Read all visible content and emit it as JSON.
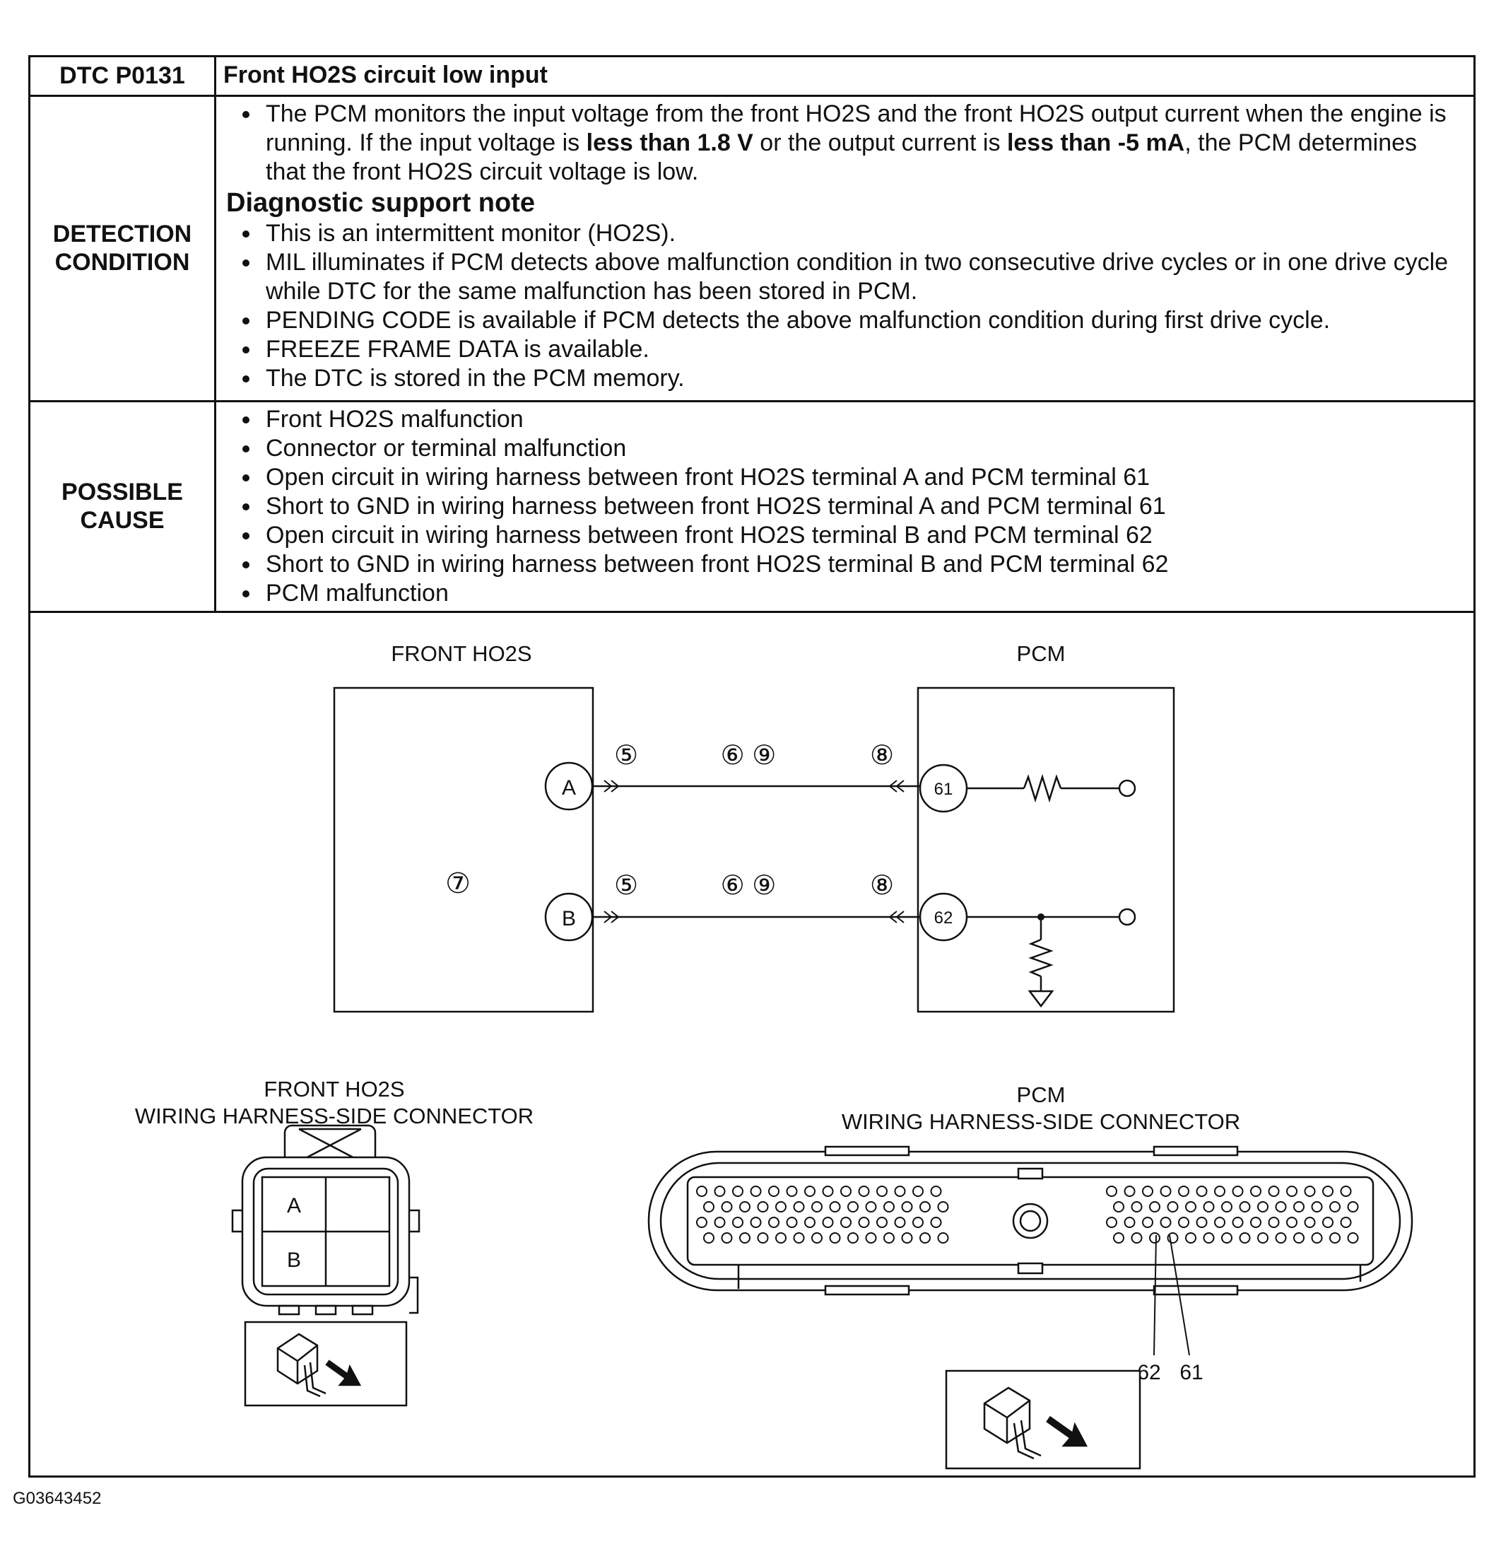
{
  "header": {
    "code": "DTC P0131",
    "title": "Front HO2S circuit low input"
  },
  "detection": {
    "label_line1": "DETECTION",
    "label_line2": "CONDITION",
    "main_1": "The PCM monitors the input voltage from the front HO2S and the front HO2S output current when the engine is running. If the input voltage is ",
    "main_bold_1": "less than 1.8 V",
    "main_2": " or the output current is ",
    "main_bold_2": "less than -5 mA",
    "main_3": ", the PCM determines that the front HO2S circuit voltage is low.",
    "note_title": "Diagnostic support note",
    "notes": [
      "This is an intermittent monitor (HO2S).",
      "MIL illuminates if PCM detects above malfunction condition in two consecutive drive cycles or in one drive cycle while DTC for the same malfunction has been stored in PCM.",
      "PENDING CODE is available if PCM detects the above malfunction condition during first drive cycle.",
      "FREEZE FRAME DATA is available.",
      "The DTC is stored in the PCM memory."
    ]
  },
  "possible_cause": {
    "label_line1": "POSSIBLE",
    "label_line2": "CAUSE",
    "items": [
      "Front HO2S malfunction",
      "Connector or terminal malfunction",
      "Open circuit in wiring harness between front HO2S terminal A and PCM terminal 61",
      "Short to GND in wiring harness between front HO2S terminal A and PCM terminal 61",
      "Open circuit in wiring harness between front HO2S terminal B and PCM terminal 62",
      "Short to GND in wiring harness between front HO2S terminal B and PCM terminal 62",
      "PCM malfunction"
    ]
  },
  "diagram": {
    "front_label": "FRONT HO2S",
    "pcm_label": "PCM",
    "terminal_a": "A",
    "terminal_b": "B",
    "pcm_pin_61": "61",
    "pcm_pin_62": "62",
    "step_5": "⑤",
    "step_6_9": "⑥ ⑨",
    "step_7": "⑦",
    "step_8": "⑧",
    "front_conn_line1": "FRONT HO2S",
    "front_conn_line2": "WIRING HARNESS-SIDE CONNECTOR",
    "pcm_conn_line1": "PCM",
    "pcm_conn_line2": "WIRING HARNESS-SIDE CONNECTOR",
    "conn_a": "A",
    "conn_b": "B",
    "pin_callout_62": "62",
    "pin_callout_61": "61"
  },
  "footer": {
    "figure_id": "G03643452"
  }
}
